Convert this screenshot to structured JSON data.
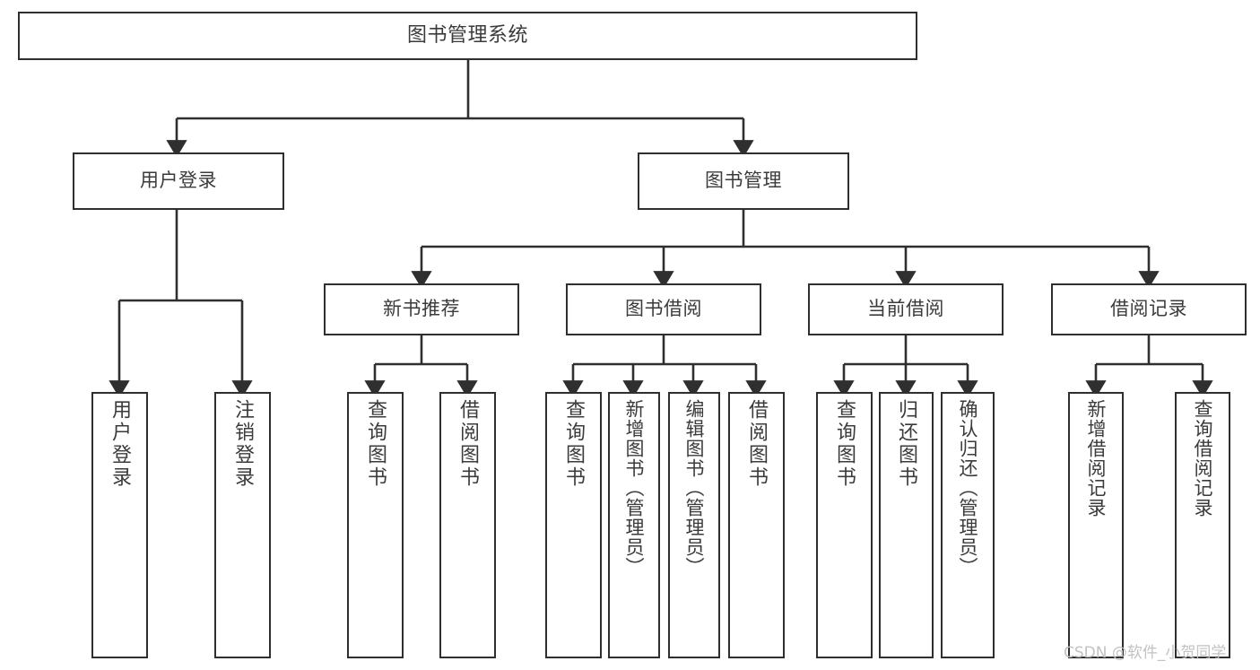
{
  "diagram": {
    "title": "图书管理系统",
    "type": "功能结构图",
    "watermark": "CSDN @软件_小贺同学",
    "colors": {
      "box_border": "#2f2f2f",
      "box_fill": "#ffffff",
      "text": "#3b3b3b",
      "connector": "#2f2f2f",
      "watermark": "#c2c2c2",
      "background": "#ffffff"
    },
    "nodes": {
      "root": {
        "label": "图书管理系统"
      },
      "level2": [
        {
          "id": "user-login",
          "label": "用户登录"
        },
        {
          "id": "book-management",
          "label": "图书管理"
        }
      ],
      "level3": [
        {
          "id": "new-book-recommend",
          "label": "新书推荐"
        },
        {
          "id": "book-borrow",
          "label": "图书借阅"
        },
        {
          "id": "current-borrow",
          "label": "当前借阅"
        },
        {
          "id": "borrow-record",
          "label": "借阅记录"
        }
      ],
      "leaves": {
        "user_login": [
          {
            "id": "leaf-user-login",
            "label": "用户登录"
          },
          {
            "id": "leaf-logout-login",
            "label": "注销登录"
          }
        ],
        "new_book_recommend": [
          {
            "id": "leaf-query-book-1",
            "label": "查询图书"
          },
          {
            "id": "leaf-borrow-book-1",
            "label": "借阅图书"
          }
        ],
        "book_borrow": [
          {
            "id": "leaf-query-book-2",
            "label": "查询图书"
          },
          {
            "id": "leaf-add-book",
            "label": "新增图书（管理员）"
          },
          {
            "id": "leaf-edit-book",
            "label": "编辑图书（管理员）"
          },
          {
            "id": "leaf-borrow-book-2",
            "label": "借阅图书"
          }
        ],
        "current_borrow": [
          {
            "id": "leaf-query-book-3",
            "label": "查询图书"
          },
          {
            "id": "leaf-return-book",
            "label": "归还图书"
          },
          {
            "id": "leaf-confirm-return",
            "label": "确认归还（管理员）"
          }
        ],
        "borrow_record": [
          {
            "id": "leaf-add-record",
            "label": "新增借阅记录"
          },
          {
            "id": "leaf-query-record",
            "label": "查询借阅记录"
          }
        ]
      }
    }
  }
}
